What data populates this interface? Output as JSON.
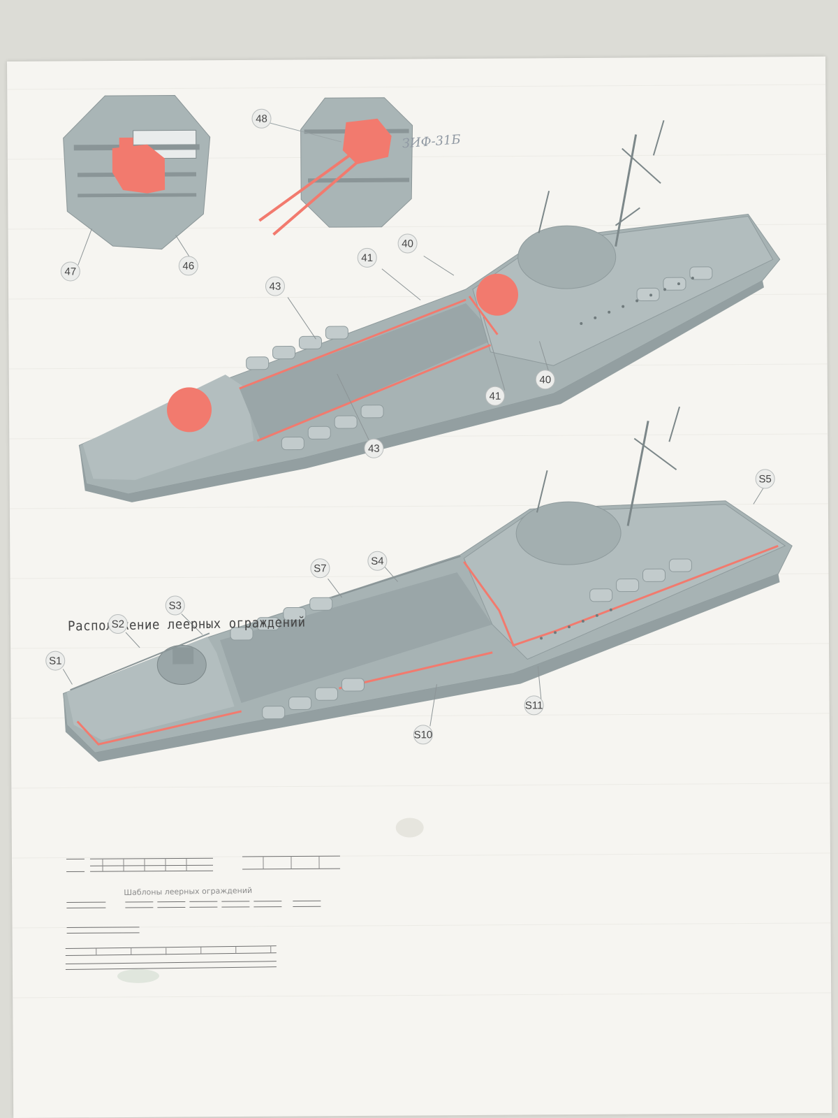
{
  "sheet": {
    "code": "ЗИФ-31Б",
    "section_title": "Расположение леерных ограждений",
    "templates_title": "Шаблоны леерных ограждений"
  },
  "callouts": {
    "c48": "48",
    "c47": "47",
    "c46": "46",
    "c40a": "40",
    "c41a": "41",
    "c43a": "43",
    "c40b": "40",
    "c41b": "41",
    "c43b": "43",
    "s5": "S5",
    "s4": "S4",
    "s7": "S7",
    "s3": "S3",
    "s2": "S2",
    "s1": "S1",
    "s11": "S11",
    "s10": "S10"
  },
  "colors": {
    "paper": "#f6f5f1",
    "hull": "#a7b3b4",
    "hull_dark": "#8e9a9c",
    "highlight": "#f27a6e",
    "callout_bg": "#ecedeb"
  }
}
